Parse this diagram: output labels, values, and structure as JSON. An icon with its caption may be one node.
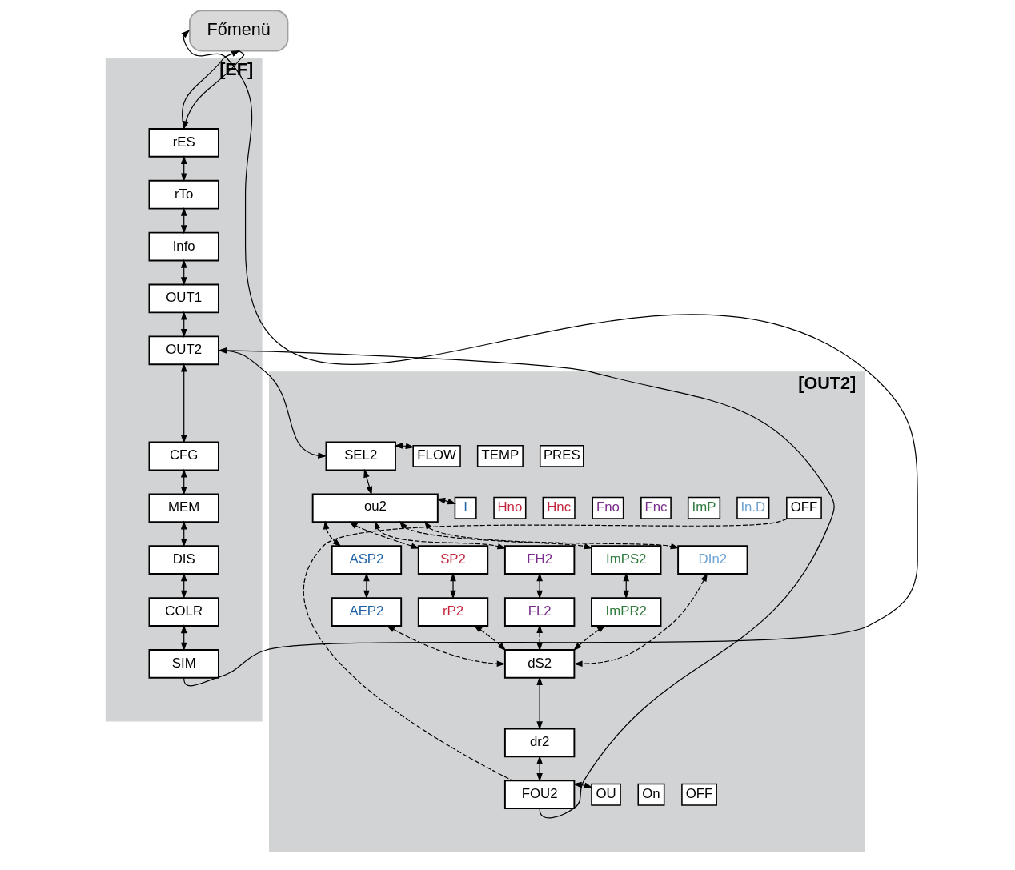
{
  "diagram": {
    "nodes": [
      {
        "text": [
          "Főmenü"
        ]
      },
      {
        "text": [
          "[EF]"
        ]
      },
      {
        "text": [
          "rES"
        ],
        "in": 1
      },
      {
        "text": [
          "rTo"
        ],
        "in": 1
      },
      {
        "text": [
          "Info"
        ],
        "in": 1
      },
      {
        "text": [
          "OUT1"
        ],
        "in": 1
      },
      {
        "text": [
          "OUT2"
        ],
        "in": 1
      },
      {
        "text": [
          "CFG"
        ],
        "in": 1
      },
      {
        "text": [
          "MEM"
        ],
        "in": 1
      },
      {
        "text": [
          "DIS"
        ],
        "in": 1
      },
      {
        "text": [
          "COLR"
        ],
        "in": 1
      },
      {
        "text": [
          "SIM"
        ],
        "in": 1
      },
      {
        "text": [
          "[OUT2]"
        ]
      },
      {
        "text": [
          "SEL2"
        ],
        "in": 12
      },
      {
        "text": [
          "FLOW"
        ],
        "in": 12
      },
      {
        "text": [
          "TEMP"
        ],
        "in": 12
      },
      {
        "text": [
          "PRES"
        ],
        "in": 12
      },
      {
        "text": [
          "ou2"
        ],
        "in": 12
      },
      {
        "text": [
          "I"
        ],
        "in": 12
      },
      {
        "text": [
          "Hno"
        ],
        "in": 12
      },
      {
        "text": [
          "Hnc"
        ],
        "in": 12
      },
      {
        "text": [
          "Fno"
        ],
        "in": 12
      },
      {
        "text": [
          "Fnc"
        ],
        "in": 12
      },
      {
        "text": [
          "ImP"
        ],
        "in": 12
      },
      {
        "text": [
          "In.D"
        ],
        "in": 12
      },
      {
        "text": [
          "OFF"
        ],
        "in": 12
      },
      {
        "text": [
          "ASP2"
        ],
        "in": 12
      },
      {
        "text": [
          "SP2"
        ],
        "in": 12
      },
      {
        "text": [
          "FH2"
        ],
        "in": 12
      },
      {
        "text": [
          "ImPS2"
        ],
        "in": 12
      },
      {
        "text": [
          "DIn2"
        ],
        "in": 12
      },
      {
        "text": [
          "AEP2"
        ],
        "in": 12
      },
      {
        "text": [
          "rP2"
        ],
        "in": 12
      },
      {
        "text": [
          "FL2"
        ],
        "in": 12
      },
      {
        "text": [
          "ImPR2"
        ],
        "in": 12
      },
      {
        "text": [
          "dS2"
        ],
        "in": 12
      },
      {
        "text": [
          "dr2"
        ],
        "in": 12
      },
      {
        "text": [
          "FOU2"
        ],
        "in": 12
      },
      {
        "text": [
          "OU"
        ],
        "in": 12
      },
      {
        "text": [
          "On"
        ],
        "in": 12
      },
      {
        "text": [
          "OFF"
        ],
        "in": 12
      }
    ],
    "edges": [
      {
        "from": 0,
        "to": 2,
        "arrow": "to"
      },
      {
        "from": 2,
        "to": 0,
        "arrow": "to"
      },
      {
        "from": 2,
        "to": 3,
        "arrow": "both"
      },
      {
        "from": 3,
        "to": 4,
        "arrow": "both"
      },
      {
        "from": 4,
        "to": 5,
        "arrow": "both"
      },
      {
        "from": 5,
        "to": 6,
        "arrow": "both"
      },
      {
        "from": 6,
        "to": 7,
        "arrow": "both"
      },
      {
        "from": 7,
        "to": 8,
        "arrow": "both"
      },
      {
        "from": 8,
        "to": 9,
        "arrow": "both"
      },
      {
        "from": 9,
        "to": 10,
        "arrow": "both"
      },
      {
        "from": 10,
        "to": 11,
        "arrow": "both"
      },
      {
        "from": 11,
        "to": 0,
        "arrow": "to"
      },
      {
        "from": 6,
        "to": 13,
        "arrow": "to"
      },
      {
        "from": 13,
        "to": 14,
        "arrow": "both"
      },
      {
        "from": 13,
        "to": 17,
        "arrow": "both"
      },
      {
        "from": 17,
        "to": 18,
        "arrow": "both"
      },
      {
        "from": 17,
        "to": 26,
        "arrow": "both",
        "style": "dashed"
      },
      {
        "from": 17,
        "to": 27,
        "arrow": "both",
        "style": "dashed"
      },
      {
        "from": 17,
        "to": 28,
        "arrow": "both",
        "style": "dashed"
      },
      {
        "from": 17,
        "to": 29,
        "arrow": "both",
        "style": "dashed"
      },
      {
        "from": 17,
        "to": 30,
        "arrow": "both",
        "style": "dashed"
      },
      {
        "from": 26,
        "to": 31,
        "arrow": "both"
      },
      {
        "from": 27,
        "to": 32,
        "arrow": "both"
      },
      {
        "from": 28,
        "to": 33,
        "arrow": "both"
      },
      {
        "from": 29,
        "to": 34,
        "arrow": "both"
      },
      {
        "from": 31,
        "to": 35,
        "arrow": "both",
        "style": "dashed"
      },
      {
        "from": 32,
        "to": 35,
        "arrow": "both",
        "style": "dashed"
      },
      {
        "from": 33,
        "to": 35,
        "arrow": "both",
        "style": "dashed"
      },
      {
        "from": 34,
        "to": 35,
        "arrow": "both",
        "style": "dashed"
      },
      {
        "from": 30,
        "to": 35,
        "arrow": "both",
        "style": "dashed"
      },
      {
        "from": 35,
        "to": 36,
        "arrow": "both"
      },
      {
        "from": 36,
        "to": 37,
        "arrow": "both"
      },
      {
        "from": 37,
        "to": 38,
        "arrow": "both"
      },
      {
        "from": 25,
        "to": 37,
        "arrow": "none",
        "style": "dashed"
      },
      {
        "from": 37,
        "to": 6,
        "arrow": "to"
      }
    ]
  }
}
